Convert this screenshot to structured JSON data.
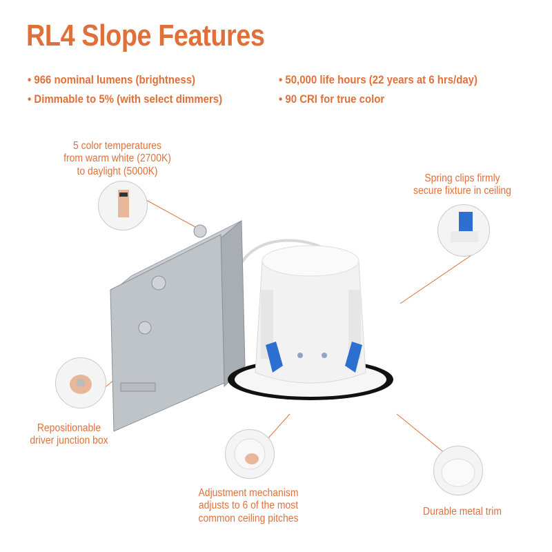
{
  "title": "RL4 Slope Features",
  "bullets": {
    "left": [
      "966 nominal lumens (brightness)",
      "Dimmable to 5% (with select dimmers)"
    ],
    "right": [
      "50,000 life hours (22 years at 6 hrs/day)",
      "90 CRI for true color"
    ]
  },
  "callouts": {
    "color_temps": [
      "5 color temperatures",
      "from warm white (2700K)",
      "to daylight (5000K)"
    ],
    "spring_clips": [
      "Spring clips firmly",
      "secure fixture in ceiling"
    ],
    "junction_box": [
      "Repositionable",
      "driver junction box"
    ],
    "adjustment": [
      "Adjustment mechanism",
      "adjusts to 6 of the most",
      "common ceiling pitches"
    ],
    "trim": [
      "Durable metal trim"
    ]
  },
  "colors": {
    "accent": "#e0703a"
  }
}
